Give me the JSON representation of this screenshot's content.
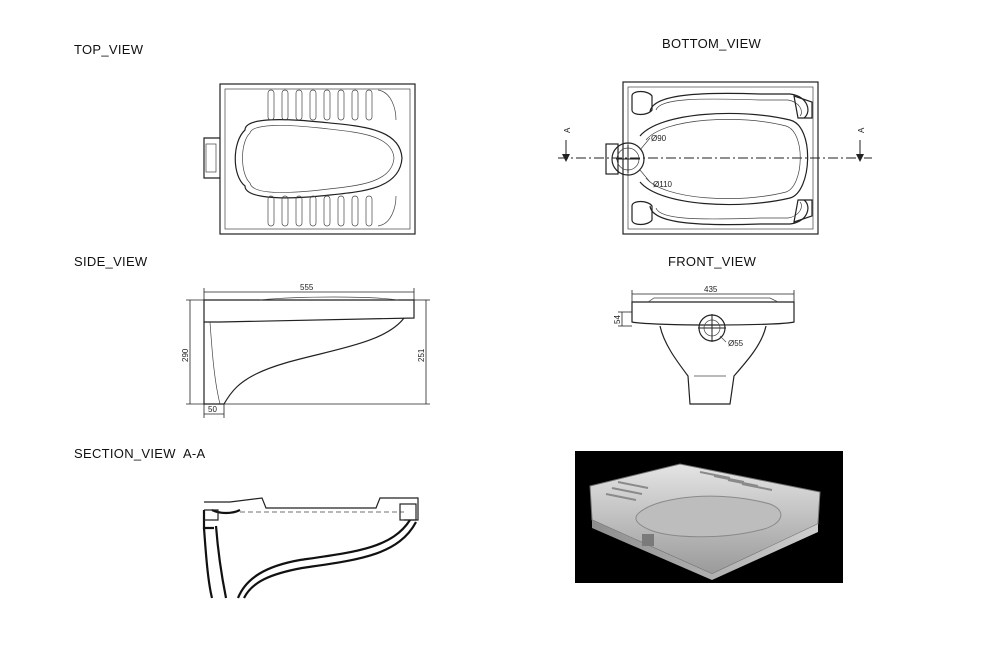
{
  "views": {
    "top": "TOP_VIEW",
    "bottom": "BOTTOM_VIEW",
    "side": "SIDE_VIEW",
    "front": "FRONT_VIEW",
    "section": "SECTION_VIEW  A-A"
  },
  "dimensions": {
    "bottom_inner_dia": "Ø90",
    "bottom_outer_dia": "Ø110",
    "section_marker_left": "A",
    "section_marker_right": "A",
    "side_length": "555",
    "side_height_left": "290",
    "side_height_right": "251",
    "side_base": "50",
    "front_width": "435",
    "front_height": "54",
    "front_outlet_dia": "Ø55"
  },
  "photo": {
    "description_icon": "product-photo"
  }
}
